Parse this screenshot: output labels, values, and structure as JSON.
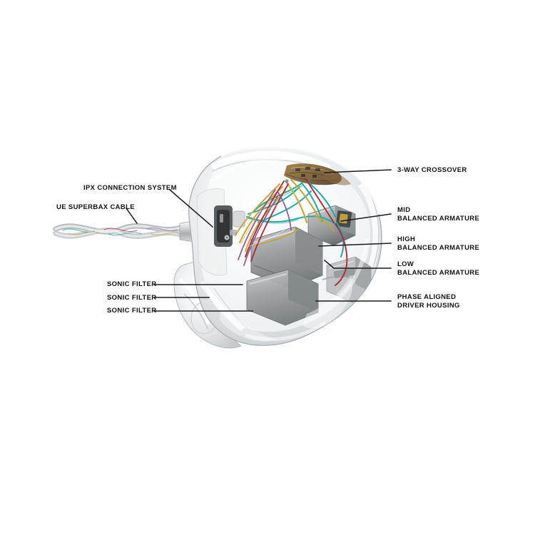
{
  "figure": {
    "subject": "custom in-ear monitor cutaway",
    "background_color": "#ffffff",
    "line_color": "#1a1a1a",
    "text_color": "#121212"
  },
  "callouts": {
    "crossover": {
      "line1": "3-WAY CROSSOVER",
      "line2": ""
    },
    "mid_ba": {
      "line1": "MID",
      "line2": "BALANCED ARMATURE"
    },
    "high_ba": {
      "line1": "HIGH",
      "line2": "BALANCED ARMATURE"
    },
    "low_ba": {
      "line1": "LOW",
      "line2": "BALANCED ARMATURE"
    },
    "driver_housing": {
      "line1": "PHASE ALIGNED",
      "line2": "DRIVER HOUSING"
    },
    "ipx": {
      "line1": "IPX CONNECTION SYSTEM",
      "line2": ""
    },
    "cable": {
      "line1": "UE SUPERBAX CABLE",
      "line2": ""
    },
    "sonic_filter_1": {
      "line1": "SONIC FILTER",
      "line2": ""
    },
    "sonic_filter_2": {
      "line1": "SONIC FILTER",
      "line2": ""
    },
    "sonic_filter_3": {
      "line1": "SONIC FILTER",
      "line2": ""
    }
  },
  "artwork_colors": {
    "shell_clear": "#e9ebec",
    "shell_edge": "#b9bdc0",
    "driver_metal": "#a9adb0",
    "driver_metal_dark": "#7e8386",
    "connector_metal": "#9ea3a6",
    "wire_teal": "#1fa9a0",
    "wire_gold": "#c8a33a",
    "wire_crimson": "#b02b3a",
    "wire_purple": "#8d5f93",
    "crossover_board": "#8a6b3c"
  }
}
